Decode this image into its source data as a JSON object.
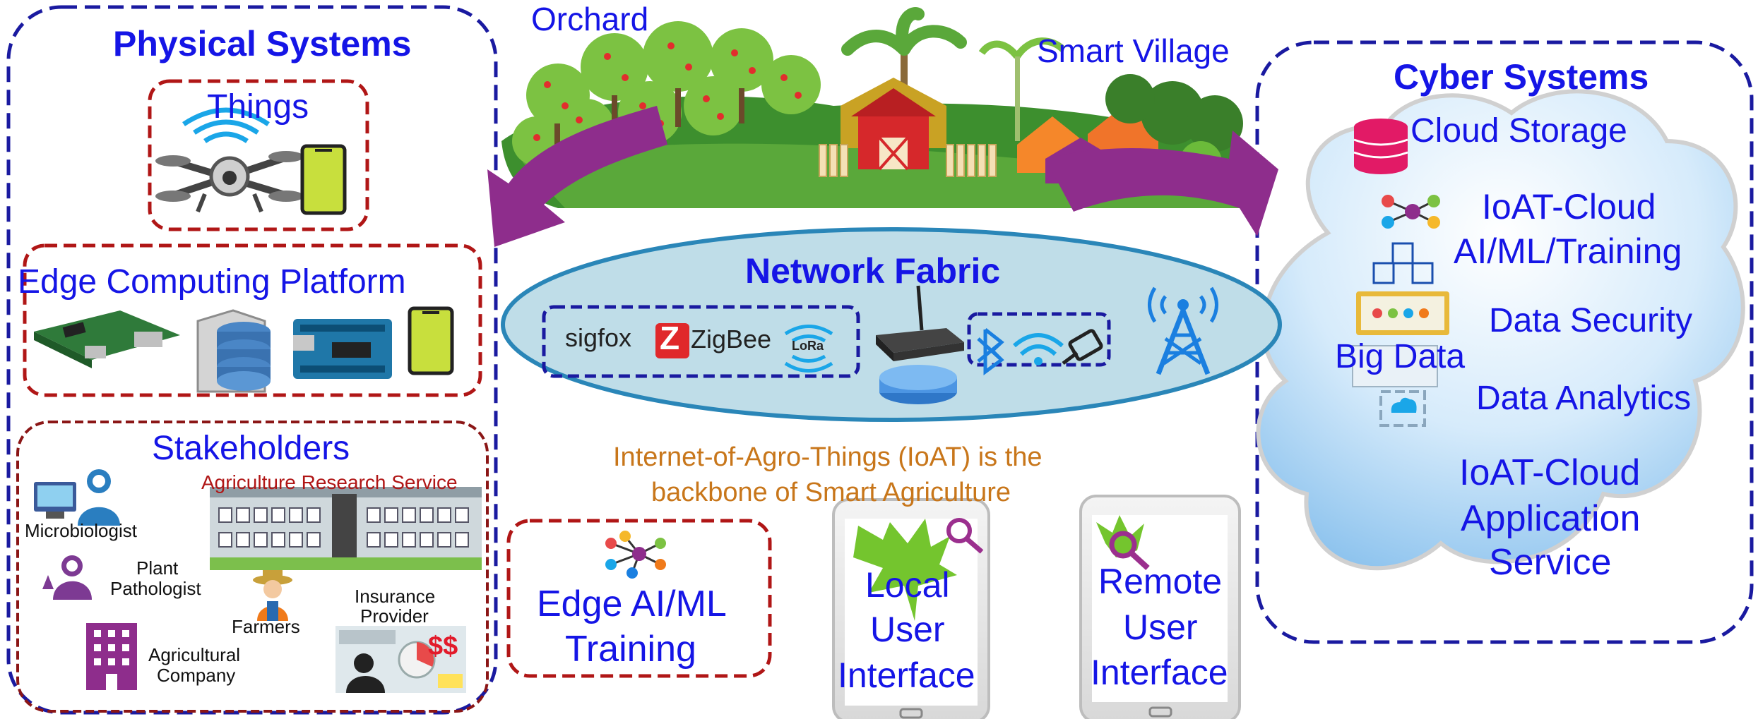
{
  "scene": {
    "orchard_label": "Orchard",
    "smart_village_label": "Smart Village"
  },
  "physical": {
    "title": "Physical Systems",
    "things": {
      "title": "Things"
    },
    "edge": {
      "title": "Edge Computing Platform"
    },
    "stakeholders": {
      "title": "Stakeholders",
      "microbiologist": "Microbiologist",
      "ars": "Agriculture Research Service",
      "plant_pathologist_1": "Plant",
      "plant_pathologist_2": "Pathologist",
      "farmers": "Farmers",
      "insurance_1": "Insurance",
      "insurance_2": "Provider",
      "insurance_money": "$$",
      "agri_company_1": "Agricultural",
      "agri_company_2": "Company"
    }
  },
  "network": {
    "title": "Network Fabric",
    "protocols": [
      "sigfox",
      "ZigBee",
      "LoRa"
    ],
    "zigbee_logo_letter": "Z"
  },
  "ioat_caption": {
    "line1": "Internet-of-Agro-Things (IoAT) is the",
    "line2": "backbone of Smart Agriculture"
  },
  "edge_ai": {
    "line1": "Edge AI/ML",
    "line2": "Training"
  },
  "local_ui": {
    "line1": "Local",
    "line2": "User",
    "line3": "Interface"
  },
  "remote_ui": {
    "line1": "Remote",
    "line2": "User",
    "line3": "Interface"
  },
  "cyber": {
    "title": "Cyber Systems",
    "cloud_storage": "Cloud Storage",
    "ioat_cloud_1": "IoAT-Cloud",
    "ioat_cloud_2": "AI/ML/Training",
    "data_security": "Data Security",
    "big_data": "Big Data",
    "data_analytics": "Data Analytics",
    "app_service_1": "IoAT-Cloud",
    "app_service_2": "Application",
    "app_service_3": "Service"
  },
  "colors": {
    "title_blue": "#1515e6",
    "navy_border": "#1a1aa0",
    "red_border": "#b01616",
    "arrow_purple": "#8e2d8c",
    "caption_orange": "#c8761a",
    "ellipse_fill": "#bfdde8"
  }
}
